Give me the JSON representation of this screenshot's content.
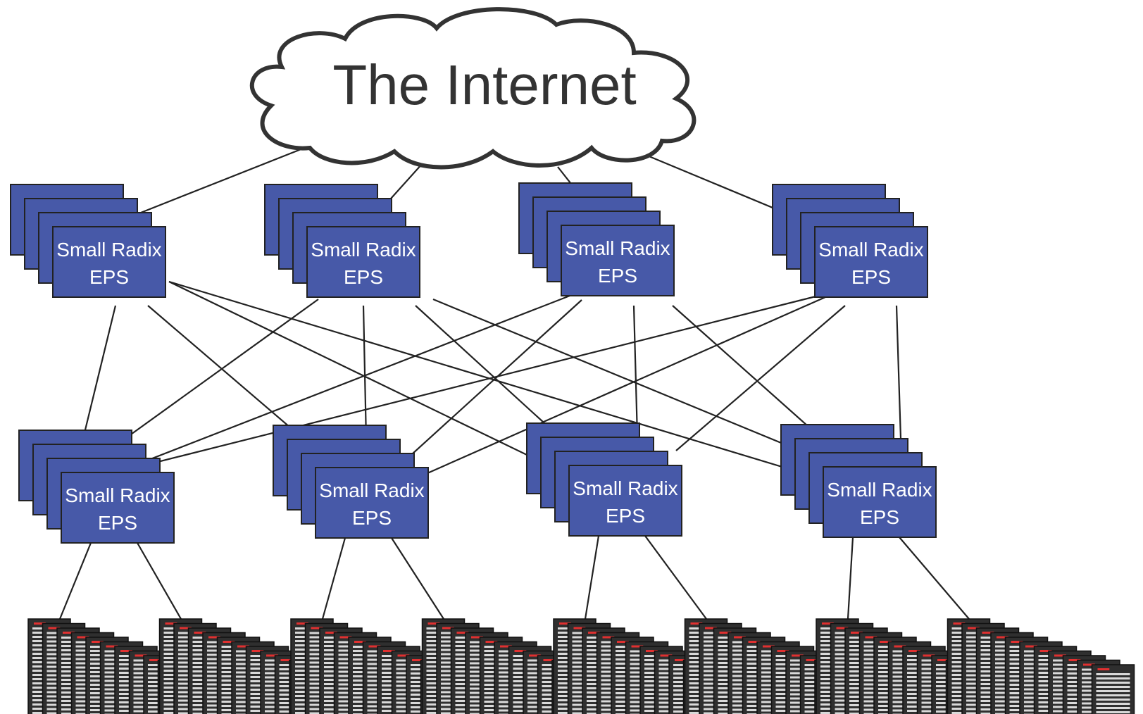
{
  "cloud": {
    "label": "The Internet"
  },
  "switch_line1": "Small Radix",
  "switch_line2": "EPS",
  "upper_switches": [
    "Small Radix\nEPS",
    "Small Radix\nEPS",
    "Small Radix\nEPS",
    "Small Radix\nEPS"
  ],
  "lower_switches": [
    "Small Radix\nEPS",
    "Small Radix\nEPS",
    "Small Radix\nEPS",
    "Small Radix\nEPS"
  ],
  "colors": {
    "switch_fill": "#4759a8",
    "switch_stroke": "#222222",
    "line": "#222222",
    "cloud_stroke": "#333333",
    "server_body": "#2f2f2f",
    "server_slot": "#d9d9d9",
    "server_accent": "#e03030"
  },
  "icons": {
    "switch": "switch-stack-icon",
    "server": "server-rack-icon",
    "cloud": "cloud-icon"
  }
}
